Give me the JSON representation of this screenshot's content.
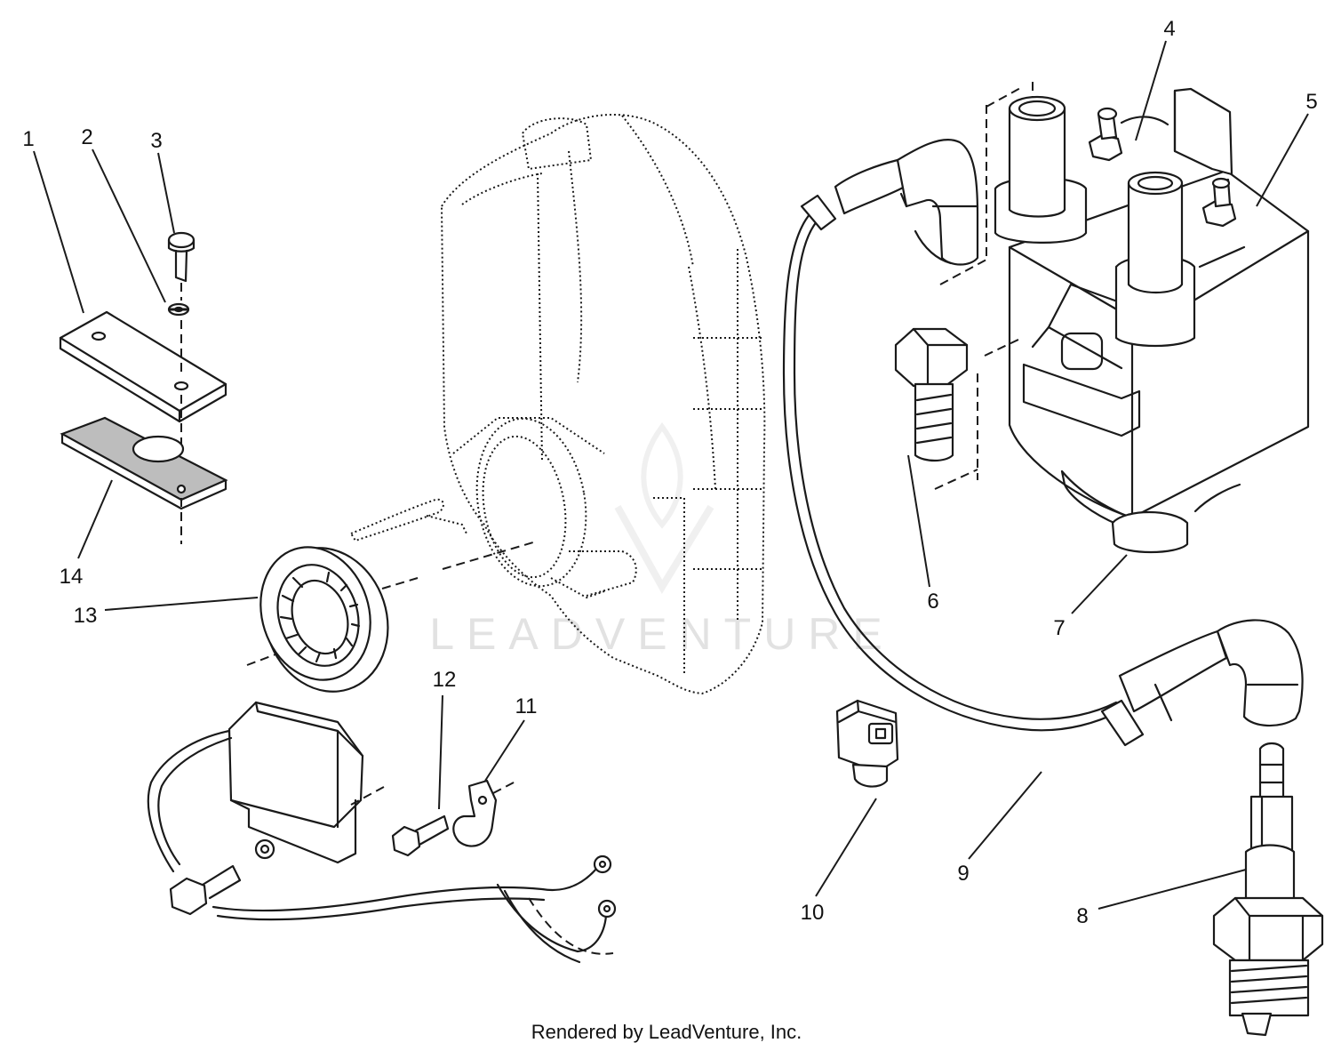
{
  "callouts": [
    {
      "label": "1"
    },
    {
      "label": "2"
    },
    {
      "label": "3"
    },
    {
      "label": "4"
    },
    {
      "label": "5"
    },
    {
      "label": "6"
    },
    {
      "label": "7"
    },
    {
      "label": "8"
    },
    {
      "label": "9"
    },
    {
      "label": "10"
    },
    {
      "label": "11"
    },
    {
      "label": "12"
    },
    {
      "label": "13"
    },
    {
      "label": "14"
    }
  ],
  "watermark": {
    "text": "LEADVENTURE",
    "color": "#e2e2e2"
  },
  "footer": {
    "text": "Rendered by LeadVenture, Inc."
  }
}
